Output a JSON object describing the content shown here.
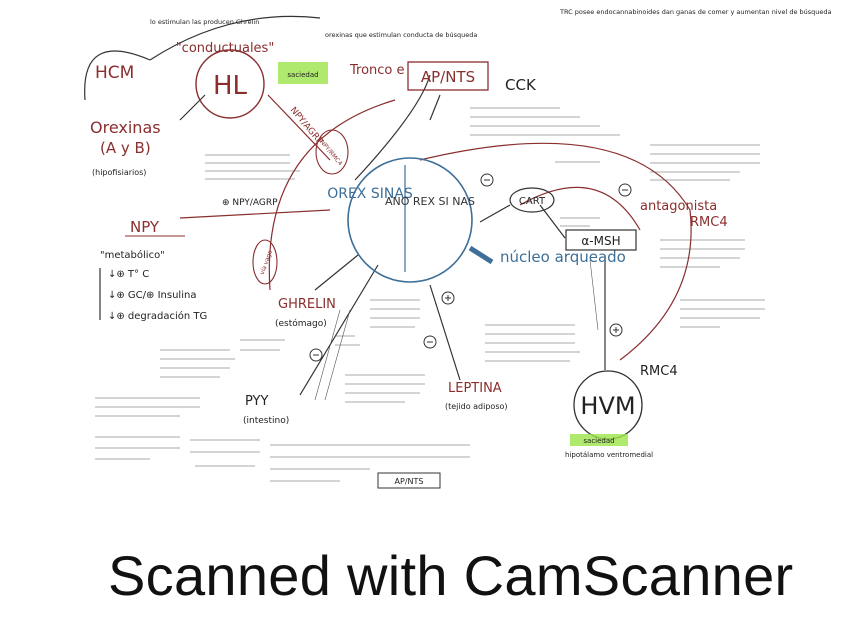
{
  "nodes": {
    "hl": "HL",
    "hl_label": "\"conductuales\"",
    "hcm": "HCM",
    "orexinas": "Orexinas",
    "orexinas_ab": "(A y B)",
    "orexinas_sub": "(hipofisiarios)",
    "tronco": "Tronco e",
    "ap_nts": "AP/NTS",
    "cck": "CCK",
    "orexinas_box": "OREX SINAS",
    "anorexinas_box": "ANO REX SI NAS",
    "nucleo": "núcleo arqueado",
    "cart": "CART",
    "amsh": "α-MSH",
    "antagonista": "antagonista",
    "rmc4_right": "RMC4",
    "npy": "NPY",
    "metabolico": "\"metabólico\"",
    "ghrelin": "GHRELIN",
    "ghrelin_sub": "(estómago)",
    "pyy": "PYY",
    "pyy_sub": "(intestino)",
    "leptina": "LEPTINA",
    "leptina_sub": "(tejido adiposo)",
    "hvm": "HVM",
    "rmc4_bottom": "RMC4",
    "npy_agrp": "⊕ NPY/AGRP",
    "npy_agrp_diag": "NPY/AGRP"
  },
  "list_items": [
    "↓⊕ T° C",
    "↓⊕ GC/⊕ Insulina",
    "↓⊕ degradación TG"
  ],
  "annotations": {
    "top_left": "lo estimulan las producen Ghrelin",
    "top_mid": "orexinas que estimulan conducta de búsqueda",
    "top_right": "TRC posee endocannabinoides dan ganas de comer y aumentan nivel de búsqueda",
    "saciedad": "saciedad",
    "npy_rmc4": "NPY/RMC4",
    "vias": "vía vago",
    "hvm_label": "saciedad",
    "hvm_sub": "hipotálamo ventromedial",
    "bottom_ap": "AP/NTS"
  },
  "footer": "Scanned with CamScanner"
}
